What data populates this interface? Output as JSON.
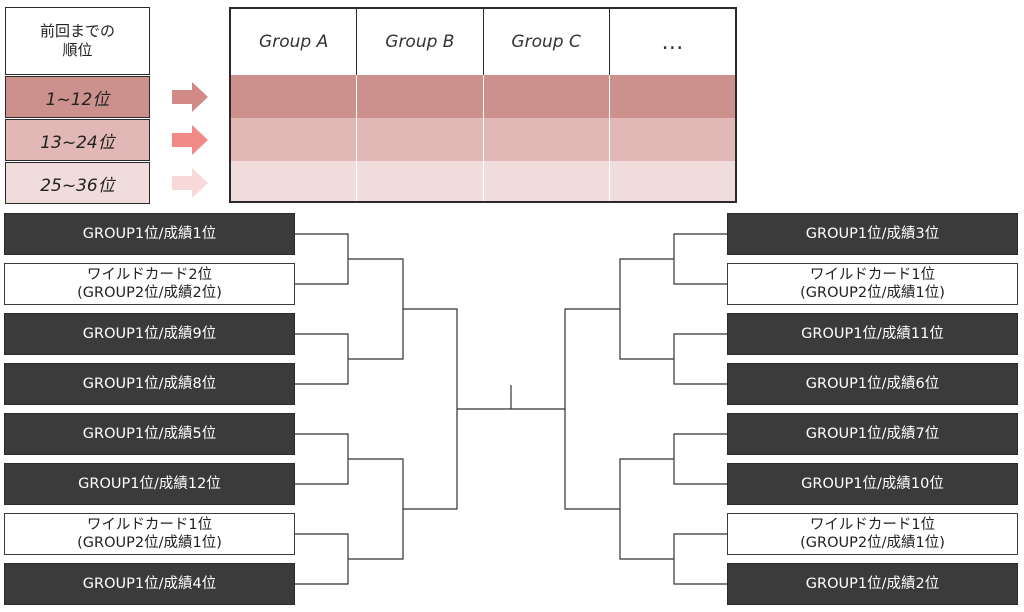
{
  "ranking_legend": {
    "header_line1": "前回までの",
    "header_line2": "順位",
    "rows": [
      "1~12位",
      "13~24位",
      "25~36位"
    ],
    "row_colors": [
      "#cc918d",
      "#e1b8b5",
      "#f0dcdb"
    ],
    "arrow_colors": [
      "#d18a85",
      "#f08a86",
      "#f6d9d8"
    ]
  },
  "group_table": {
    "headers": [
      "Group A",
      "Group B",
      "Group C",
      "…"
    ]
  },
  "bracket": {
    "left": [
      {
        "type": "dark",
        "line1": "GROUP1位/成績1位"
      },
      {
        "type": "light",
        "line1": "ワイルドカード2位",
        "line2": "(GROUP2位/成績2位)"
      },
      {
        "type": "dark",
        "line1": "GROUP1位/成績9位"
      },
      {
        "type": "dark",
        "line1": "GROUP1位/成績8位"
      },
      {
        "type": "dark",
        "line1": "GROUP1位/成績5位"
      },
      {
        "type": "dark",
        "line1": "GROUP1位/成績12位"
      },
      {
        "type": "light",
        "line1": "ワイルドカード1位",
        "line2": "(GROUP2位/成績1位)"
      },
      {
        "type": "dark",
        "line1": "GROUP1位/成績4位"
      }
    ],
    "right": [
      {
        "type": "dark",
        "line1": "GROUP1位/成績3位"
      },
      {
        "type": "light",
        "line1": "ワイルドカード1位",
        "line2": "(GROUP2位/成績1位)"
      },
      {
        "type": "dark",
        "line1": "GROUP1位/成績11位"
      },
      {
        "type": "dark",
        "line1": "GROUP1位/成績6位"
      },
      {
        "type": "dark",
        "line1": "GROUP1位/成績7位"
      },
      {
        "type": "dark",
        "line1": "GROUP1位/成績10位"
      },
      {
        "type": "light",
        "line1": "ワイルドカード1位",
        "line2": "(GROUP2位/成績1位)"
      },
      {
        "type": "dark",
        "line1": "GROUP1位/成績2位"
      }
    ]
  }
}
